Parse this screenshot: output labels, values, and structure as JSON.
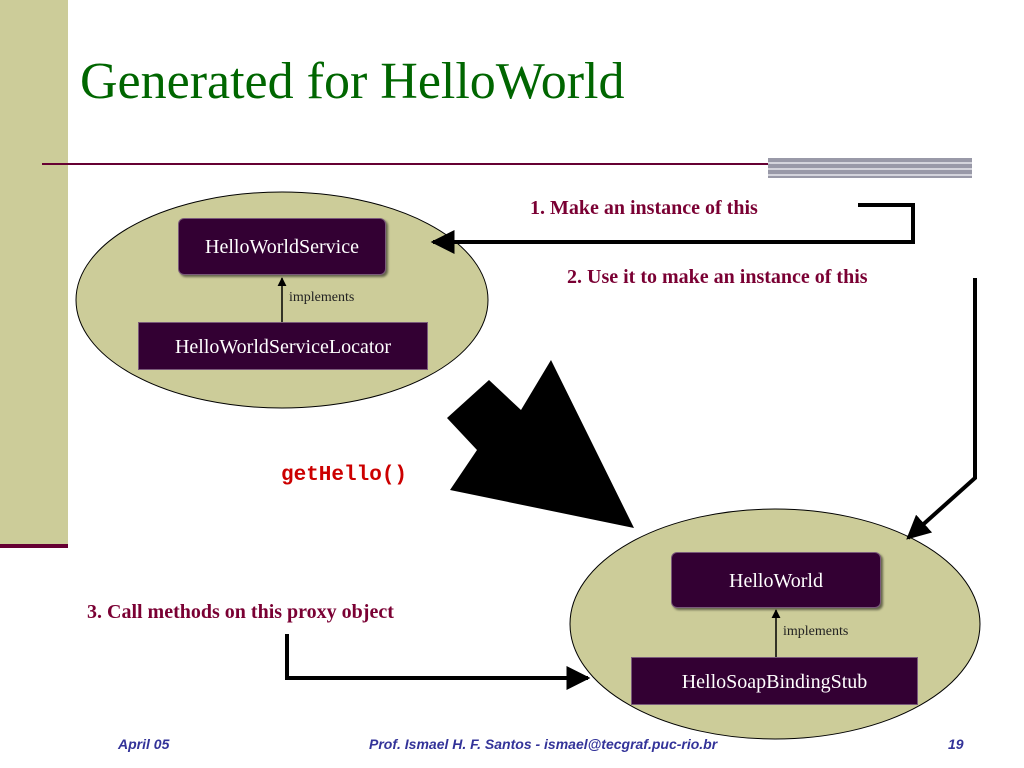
{
  "slide": {
    "title": "Generated for HelloWorld"
  },
  "diagram": {
    "service_group": {
      "interface": "HelloWorldService",
      "relation": "implements",
      "implementation": "HelloWorldServiceLocator"
    },
    "proxy_group": {
      "interface": "HelloWorld",
      "relation": "implements",
      "implementation": "HelloSoapBindingStub"
    },
    "steps": [
      "1. Make an instance of this",
      "2. Use it to make an instance of this",
      "3. Call methods on this proxy object"
    ],
    "method_call": "getHello()"
  },
  "footer": {
    "date": "April 05",
    "author": "Prof. Ismael H. F. Santos -  ismael@tecgraf.puc-rio.br",
    "page": "19"
  },
  "colors": {
    "title": "#006600",
    "sidebar": "#cccc99",
    "ellipse_fill": "#cccc99",
    "box_fill": "#330033",
    "step_text": "#7a0033",
    "code_text": "#cc0000",
    "footer_text": "#333399",
    "rule": "#660033"
  }
}
